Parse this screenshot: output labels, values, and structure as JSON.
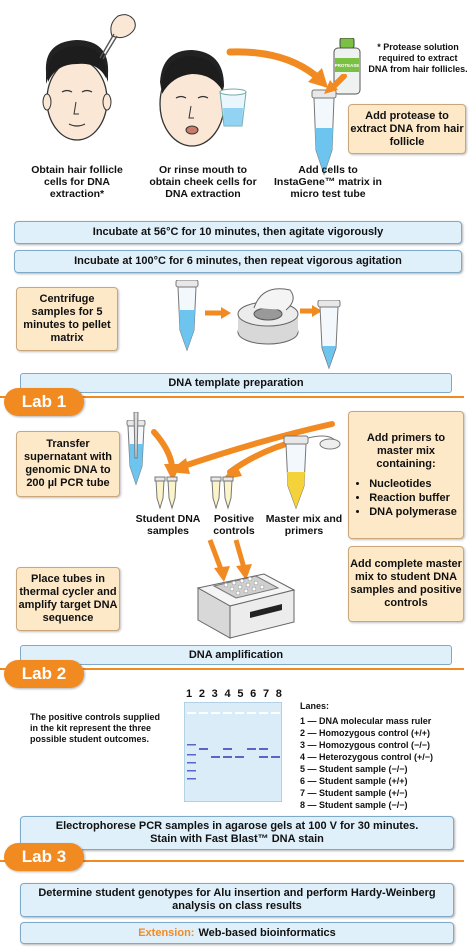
{
  "top": {
    "protease_note": "* Protease solution required to extract DNA from hair follicles.",
    "bottle_label": "PROTEASE",
    "add_protease": "Add protease to extract DNA from hair follicle",
    "cap_hair": "Obtain hair follicle cells for DNA extraction*",
    "cap_mouth": "Or rinse mouth to obtain cheek cells for DNA extraction",
    "cap_instagene": "Add cells to InstaGene™ matrix in micro test tube"
  },
  "steps": {
    "incubate56": "Incubate at 56°C for 10 minutes, then agitate vigorously",
    "incubate100": "Incubate at 100°C for 6 minutes, then repeat vigorous agitation",
    "centrifuge": "Centrifuge samples for 5 minutes to pellet matrix"
  },
  "lab1": {
    "label": "Lab 1",
    "bar": "DNA template preparation"
  },
  "pcr": {
    "transfer": "Transfer supernatant with genomic DNA to 200 µl PCR tube",
    "student_samples": "Student DNA samples",
    "positive_controls": "Positive controls",
    "master_mix": "Master mix and primers",
    "add_primers_title": "Add primers to master mix containing:",
    "ingredients": [
      "Nucleotides",
      "Reaction buffer",
      "DNA polymerase"
    ],
    "add_complete": "Add complete master mix to student DNA samples and positive controls",
    "thermal": "Place tubes in thermal cycler and amplify target DNA sequence"
  },
  "lab2": {
    "label": "Lab 2",
    "bar": "DNA amplification"
  },
  "gel": {
    "lane_numbers": [
      "1",
      "2",
      "3",
      "4",
      "5",
      "6",
      "7",
      "8"
    ],
    "note": "The positive controls supplied in the kit represent the three possible student outcomes.",
    "lanes_title": "Lanes:",
    "lanes": [
      "1 — DNA molecular mass ruler",
      "2 — Homozygous control (+/+)",
      "3 — Homozygous control (−/−)",
      "4 — Heterozygous control (+/−)",
      "5 — Student sample (−/−)",
      "6 — Student sample (+/+)",
      "7 — Student sample (+/−)",
      "8 — Student sample (−/−)"
    ]
  },
  "lab3": {
    "label": "Lab 3",
    "line1": "Electrophorese PCR samples in agarose gels at 100 V for 30 minutes.",
    "line2": "Stain with Fast Blast™ DNA stain"
  },
  "final": {
    "determine": "Determine student genotypes for Alu insertion and perform Hardy-Weinberg analysis on class results",
    "extension_label": "Extension:",
    "extension_text": "Web-based bioinformatics"
  },
  "colors": {
    "orange": "#f28a22",
    "box_fill": "#fde8c8",
    "bar_fill": "#dff0fb",
    "tube_blue": "#6cc4ef",
    "tube_yellow": "#f4d23a"
  }
}
